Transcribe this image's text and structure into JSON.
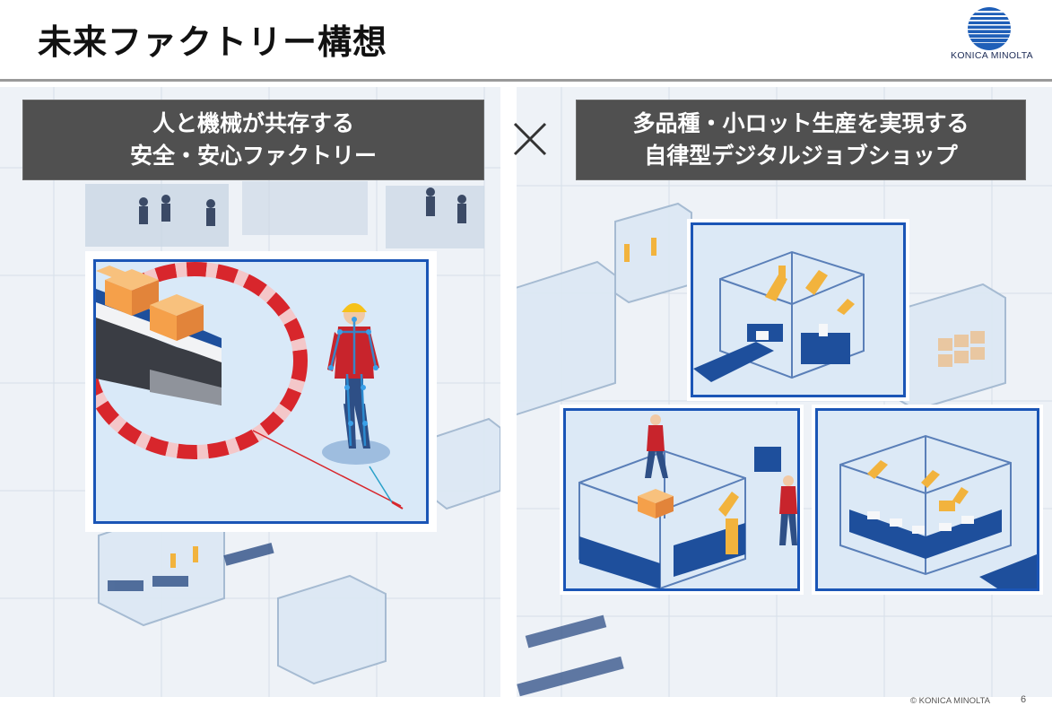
{
  "header": {
    "title": "未来ファクトリー構想",
    "logo_text": "KONICA MINOLTA"
  },
  "left_panel": {
    "label_line1": "人と機械が共存する",
    "label_line2": "安全・安心ファクトリー"
  },
  "right_panel": {
    "label_line1": "多品種・小ロット生産を実現する",
    "label_line2": "自律型デジタルジョブショップ"
  },
  "connector_symbol": "×",
  "footer": {
    "copyright": "© KONICA MINOLTA",
    "page_number": "6"
  },
  "colors": {
    "accent_blue": "#1a55b6",
    "label_bg": "#505050",
    "safety_red": "#d8262c",
    "worker_red": "#c8242c",
    "box_orange": "#f5a04a"
  }
}
